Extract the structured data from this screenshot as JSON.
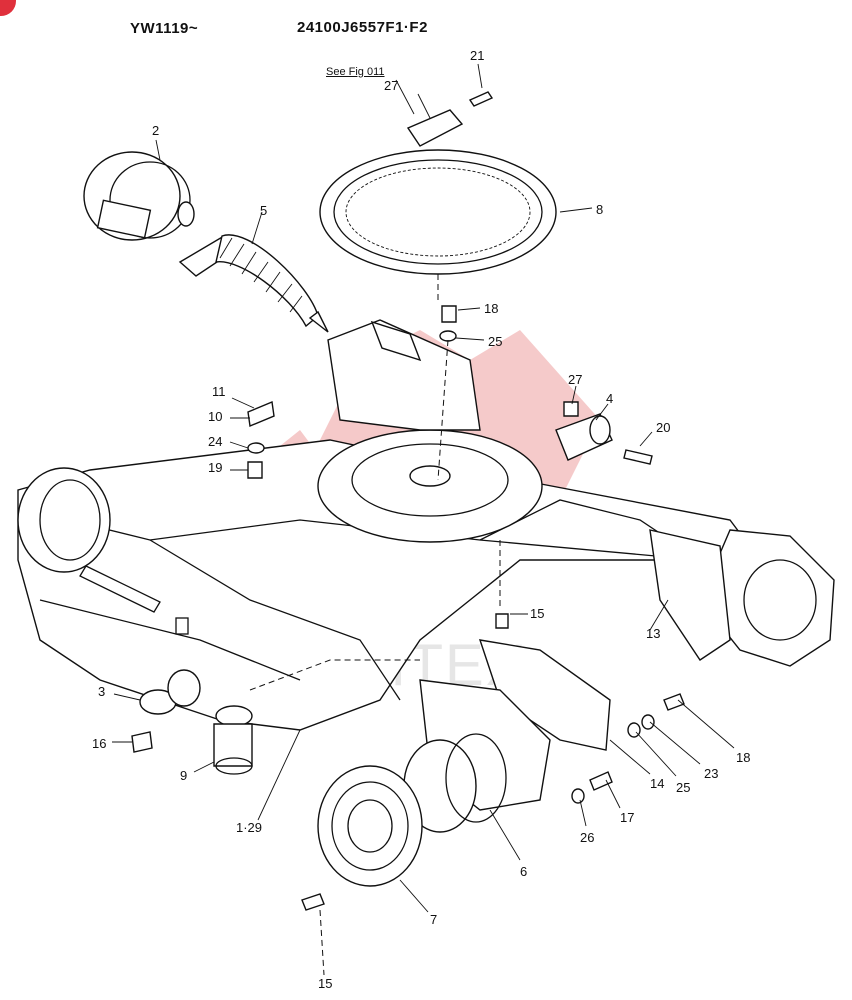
{
  "header": {
    "model_code": "YW1119~",
    "part_code": "24100J6557F1·F2"
  },
  "reference": "See Fig 011",
  "watermark": {
    "text": "ИНТЕХ",
    "color": "#f2b8b8"
  },
  "accent": "#e0303c",
  "callouts": [
    {
      "id": "c21",
      "label": "21"
    },
    {
      "id": "c27a",
      "label": "27"
    },
    {
      "id": "c2",
      "label": "2"
    },
    {
      "id": "c8",
      "label": "8"
    },
    {
      "id": "c5",
      "label": "5"
    },
    {
      "id": "c18a",
      "label": "18"
    },
    {
      "id": "c25a",
      "label": "25"
    },
    {
      "id": "c27b",
      "label": "27"
    },
    {
      "id": "c4",
      "label": "4"
    },
    {
      "id": "c11",
      "label": "11"
    },
    {
      "id": "c10",
      "label": "10"
    },
    {
      "id": "c20",
      "label": "20"
    },
    {
      "id": "c24",
      "label": "24"
    },
    {
      "id": "c19",
      "label": "19"
    },
    {
      "id": "c15a",
      "label": "15"
    },
    {
      "id": "c13",
      "label": "13"
    },
    {
      "id": "c3",
      "label": "3"
    },
    {
      "id": "c16",
      "label": "16"
    },
    {
      "id": "c9",
      "label": "9"
    },
    {
      "id": "c18b",
      "label": "18"
    },
    {
      "id": "c23",
      "label": "23"
    },
    {
      "id": "c25b",
      "label": "25"
    },
    {
      "id": "c14",
      "label": "14"
    },
    {
      "id": "c17",
      "label": "17"
    },
    {
      "id": "c26",
      "label": "26"
    },
    {
      "id": "c6",
      "label": "6"
    },
    {
      "id": "c1-29",
      "label": "1·29"
    },
    {
      "id": "c7",
      "label": "7"
    },
    {
      "id": "c15b",
      "label": "15"
    }
  ]
}
